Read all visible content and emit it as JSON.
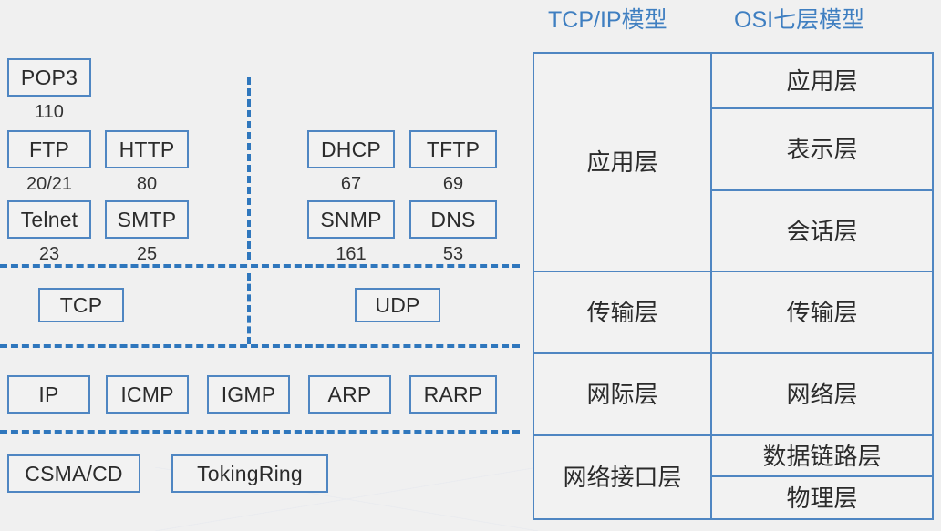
{
  "diagram": {
    "title_tcpip": "TCP/IP模型",
    "title_osi": "OSI七层模型",
    "accent_color": "#4f86c2",
    "header_color": "#3f7fc1",
    "dash_color": "#2f77bd",
    "background": "#f0f0f0"
  },
  "application_protocols_left": [
    {
      "name": "POP3",
      "port": "110"
    },
    {
      "name": "FTP",
      "port": "20/21"
    },
    {
      "name": "HTTP",
      "port": "80"
    },
    {
      "name": "Telnet",
      "port": "23"
    },
    {
      "name": "SMTP",
      "port": "25"
    }
  ],
  "application_protocols_right": [
    {
      "name": "DHCP",
      "port": "67"
    },
    {
      "name": "TFTP",
      "port": "69"
    },
    {
      "name": "SNMP",
      "port": "161"
    },
    {
      "name": "DNS",
      "port": "53"
    }
  ],
  "transport_protocols": [
    {
      "name": "TCP"
    },
    {
      "name": "UDP"
    }
  ],
  "internet_protocols": [
    {
      "name": "IP"
    },
    {
      "name": "ICMP"
    },
    {
      "name": "IGMP"
    },
    {
      "name": "ARP"
    },
    {
      "name": "RARP"
    }
  ],
  "link_protocols": [
    {
      "name": "CSMA/CD"
    },
    {
      "name": "TokingRing"
    }
  ],
  "tcpip_layers": [
    {
      "label": "应用层"
    },
    {
      "label": "传输层"
    },
    {
      "label": "网际层"
    },
    {
      "label": "网络接口层"
    }
  ],
  "osi_layers": [
    {
      "label": "应用层"
    },
    {
      "label": "表示层"
    },
    {
      "label": "会话层"
    },
    {
      "label": "传输层"
    },
    {
      "label": "网络层"
    },
    {
      "label": "数据链路层"
    },
    {
      "label": "物理层"
    }
  ]
}
